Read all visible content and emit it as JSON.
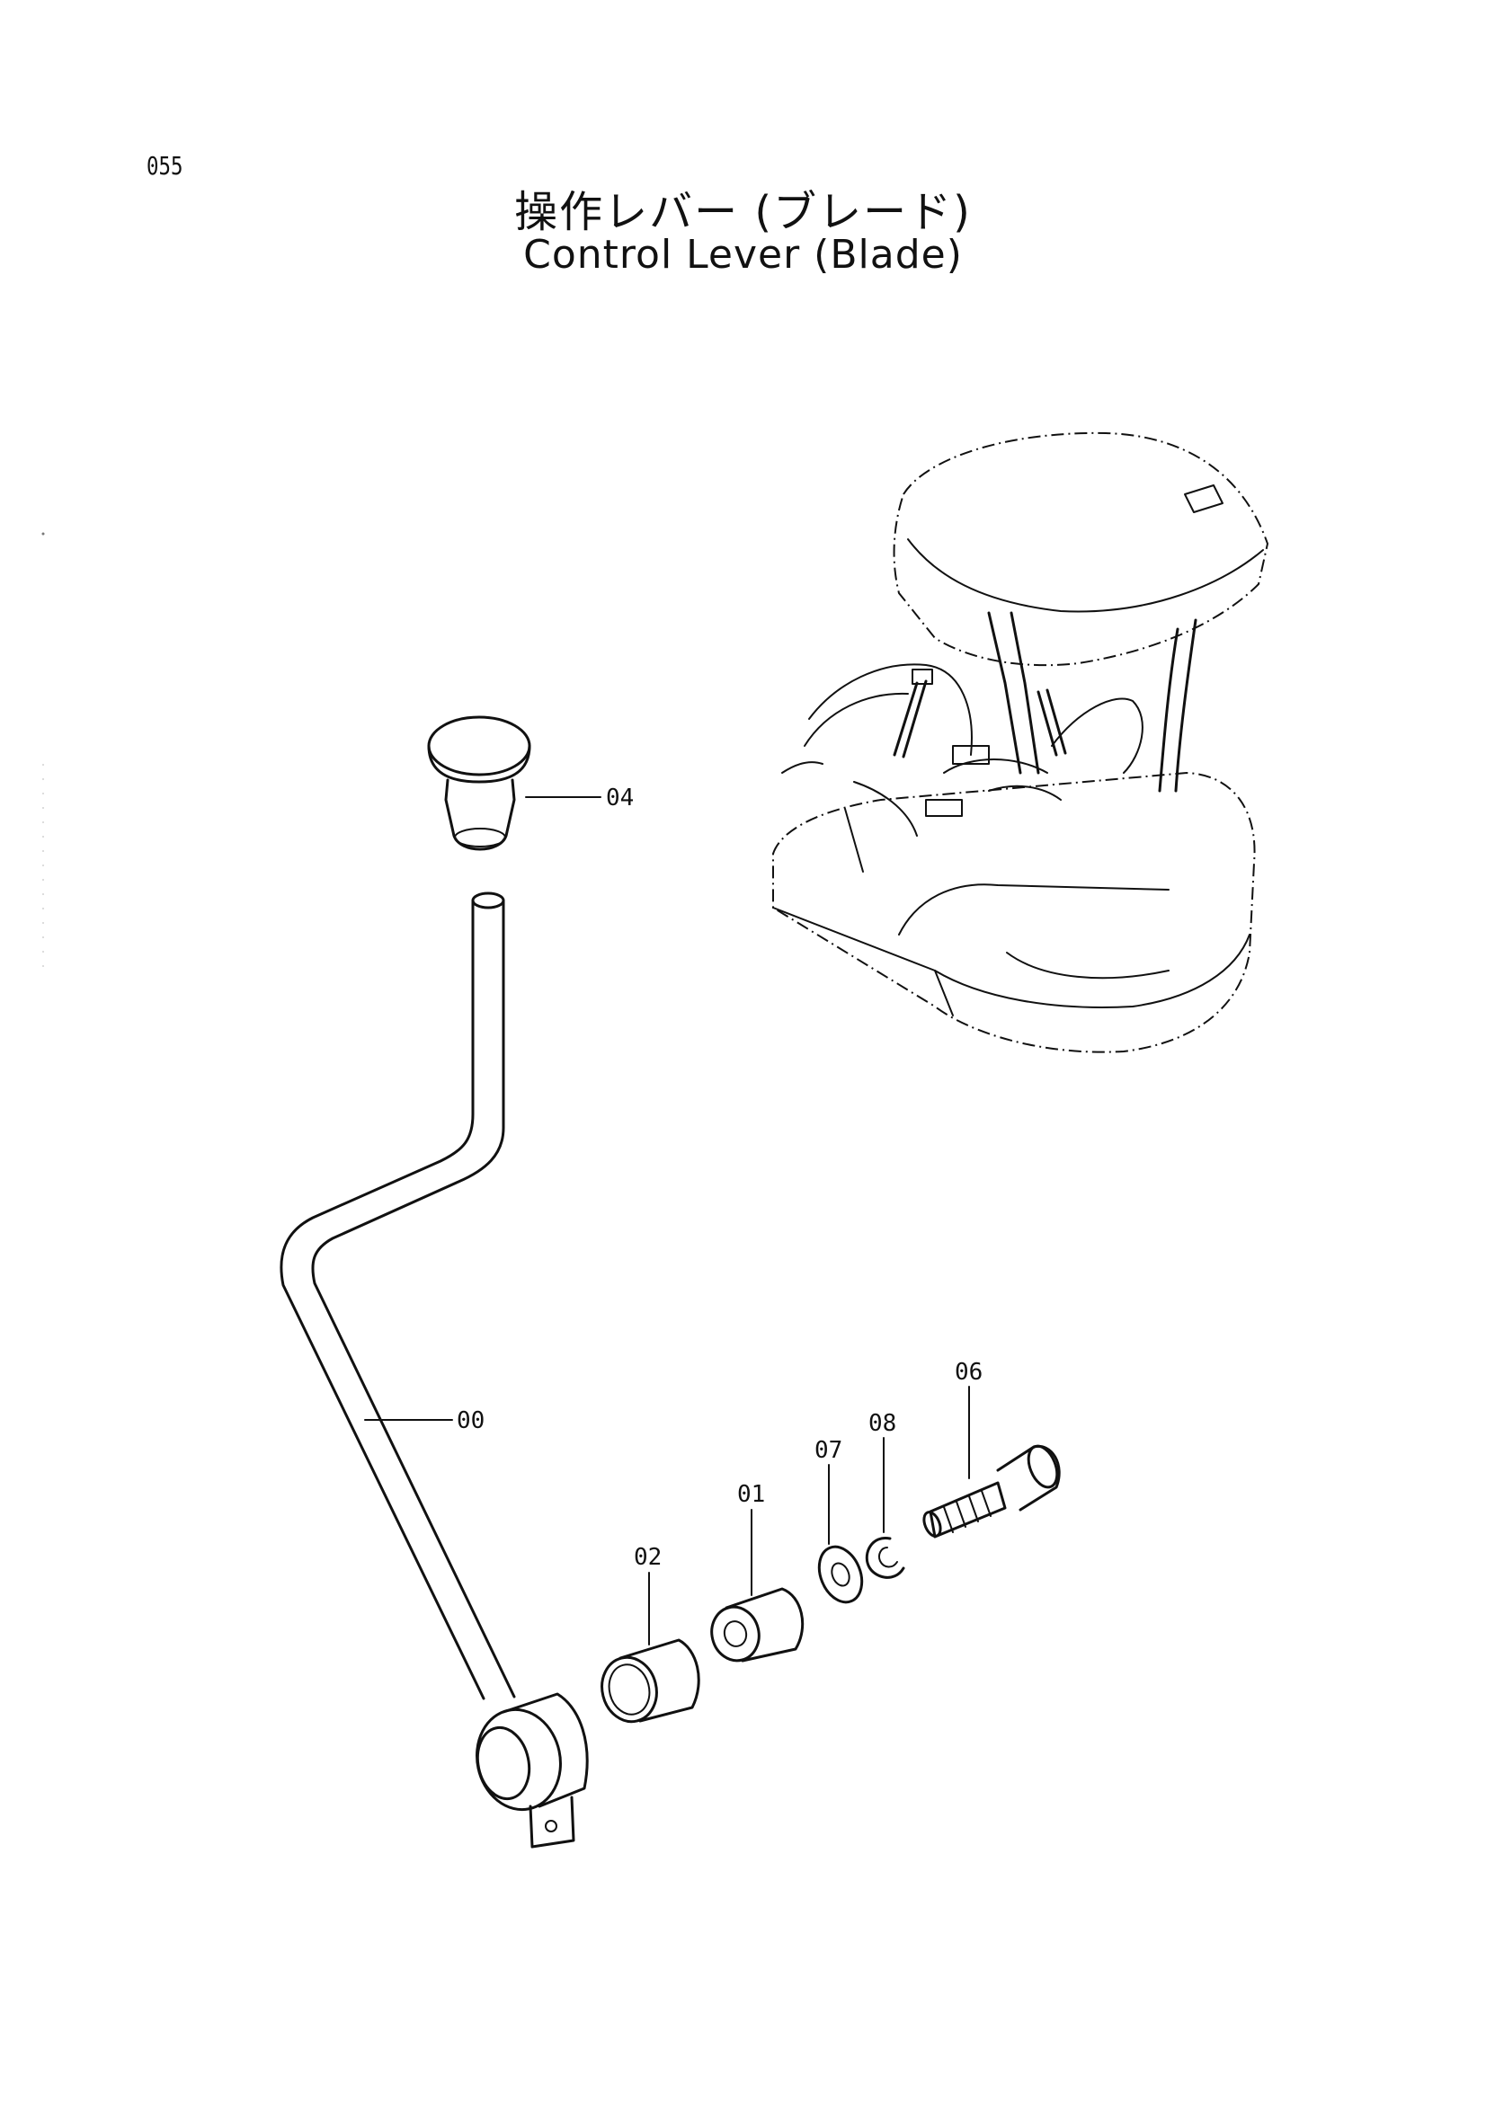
{
  "page_number": "055",
  "title_japanese": "操作レバー (ブレード)",
  "title_english": "Control Lever (Blade)",
  "callouts": {
    "part_00": "00",
    "part_01": "01",
    "part_02": "02",
    "part_04": "04",
    "part_06": "06",
    "part_07": "07",
    "part_08": "08"
  }
}
